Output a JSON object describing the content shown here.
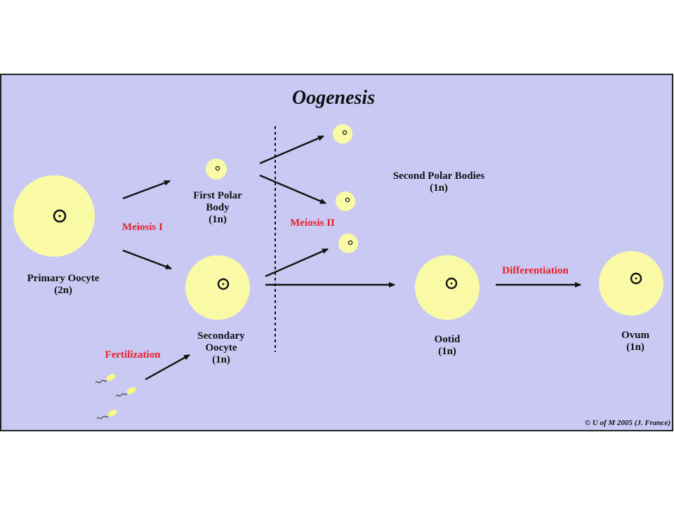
{
  "title": "Oogenesis",
  "stages": {
    "primary_oocyte": {
      "name": "Primary Oocyte",
      "ploidy": "(2n)"
    },
    "first_polar_body": {
      "name_line1": "First Polar",
      "name_line2": "Body",
      "ploidy": "(1n)"
    },
    "secondary_oocyte": {
      "name_line1": "Secondary",
      "name_line2": "Oocyte",
      "ploidy": "(1n)"
    },
    "second_polar_bodies": {
      "name": "Second Polar Bodies",
      "ploidy": "(1n)"
    },
    "ootid": {
      "name": "Ootid",
      "ploidy": "(1n)"
    },
    "ovum": {
      "name": "Ovum",
      "ploidy": "(1n)"
    }
  },
  "processes": {
    "meiosis_1": "Meiosis I",
    "meiosis_2": "Meiosis II",
    "fertilization": "Fertilization",
    "differentiation": "Differentiation"
  },
  "copyright": "© U of M 2005 (J. France)",
  "colors": {
    "background": "#c9c9f4",
    "cell": "#fafaa6",
    "process_label": "#e8202a",
    "text": "#111111"
  }
}
